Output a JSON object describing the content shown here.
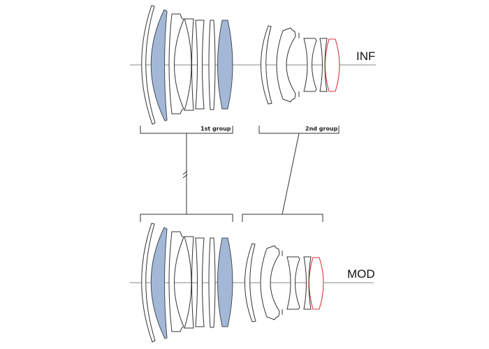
{
  "diagram": {
    "title": "Lens construction diagram",
    "states": [
      {
        "id": "inf",
        "label": "INF"
      },
      {
        "id": "mod",
        "label": "MOD"
      }
    ],
    "groups": [
      {
        "id": "group1",
        "label": "1st group",
        "movement": "fixed"
      },
      {
        "id": "group2",
        "label": "2nd group",
        "movement": "moves toward front for close focus"
      }
    ],
    "legend": {
      "aspherical_fill_color": "#a3b8d6",
      "highlight_element_color": "#d9383f"
    }
  }
}
